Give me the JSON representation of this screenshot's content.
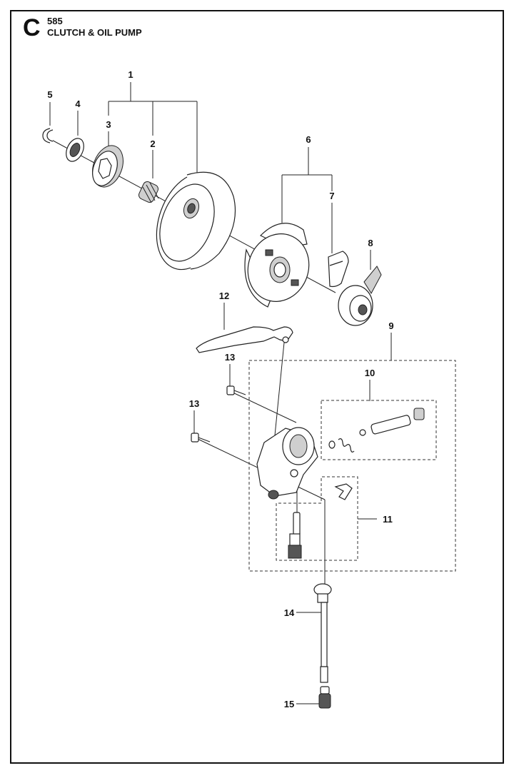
{
  "header": {
    "section_letter": "C",
    "model": "585",
    "title": "CLUTCH & OIL PUMP"
  },
  "callouts": [
    {
      "id": "c1",
      "label": "1"
    },
    {
      "id": "c2",
      "label": "2"
    },
    {
      "id": "c3",
      "label": "3"
    },
    {
      "id": "c4",
      "label": "4"
    },
    {
      "id": "c5",
      "label": "5"
    },
    {
      "id": "c6",
      "label": "6"
    },
    {
      "id": "c7",
      "label": "7"
    },
    {
      "id": "c8",
      "label": "8"
    },
    {
      "id": "c9",
      "label": "9"
    },
    {
      "id": "c10",
      "label": "10"
    },
    {
      "id": "c11",
      "label": "11"
    },
    {
      "id": "c12",
      "label": "12"
    },
    {
      "id": "c13a",
      "label": "13"
    },
    {
      "id": "c13b",
      "label": "13"
    },
    {
      "id": "c14",
      "label": "14"
    },
    {
      "id": "c15",
      "label": "15"
    }
  ]
}
